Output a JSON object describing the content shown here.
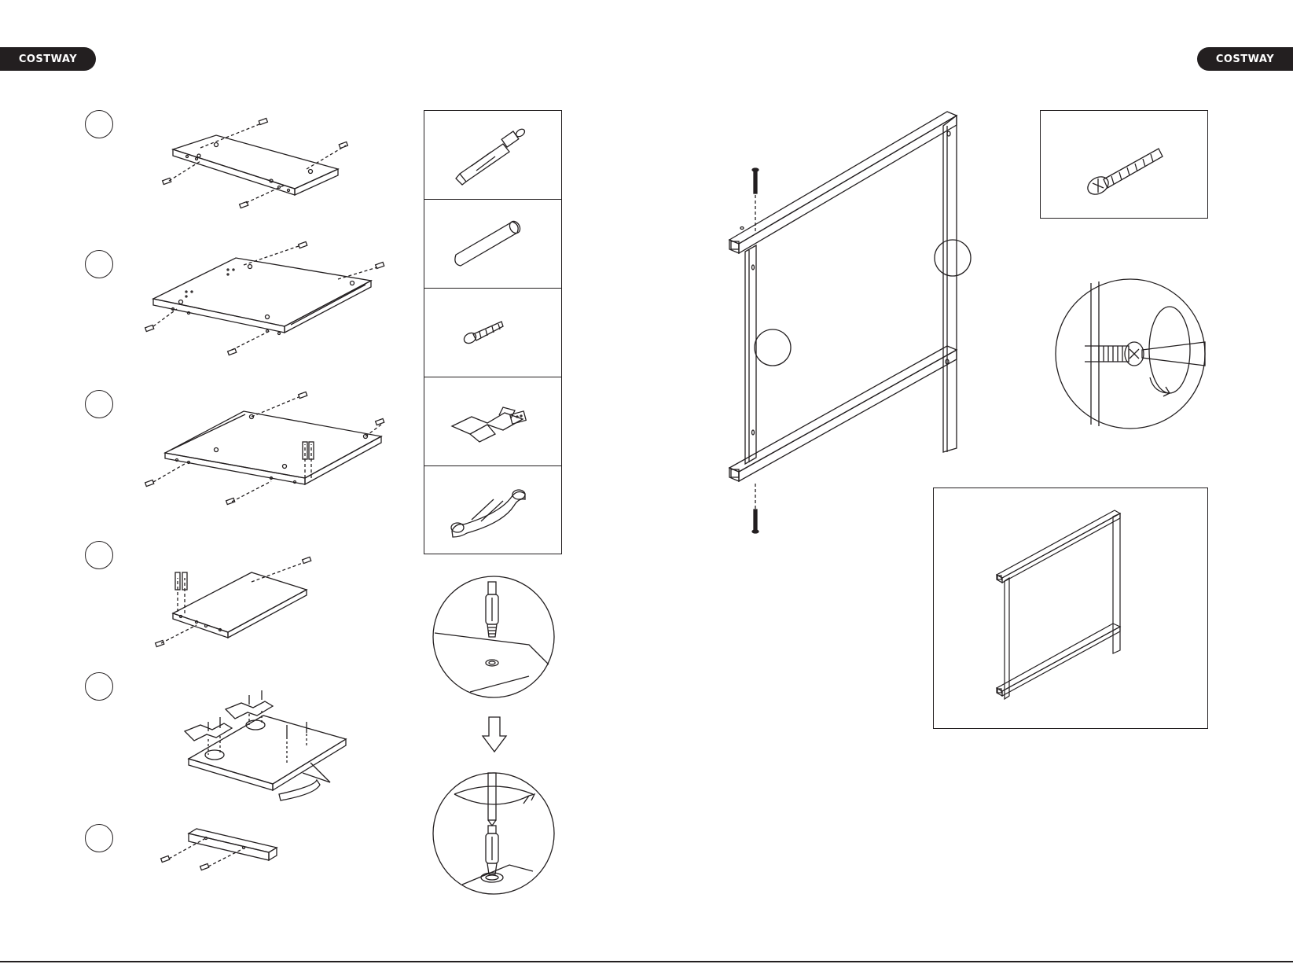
{
  "brand": {
    "left_label": "COSTWAY",
    "right_label": "COSTWAY"
  },
  "colors": {
    "ink": "#231f20",
    "paper": "#ffffff"
  },
  "footer": {
    "note": ""
  },
  "steps": [
    {
      "id": "step-1"
    },
    {
      "id": "step-2"
    },
    {
      "id": "step-3"
    },
    {
      "id": "step-4"
    },
    {
      "id": "step-5"
    },
    {
      "id": "step-6"
    }
  ],
  "hardware": [
    {
      "icon": "cam-bolt-icon"
    },
    {
      "icon": "wooden-dowel-icon"
    },
    {
      "icon": "wood-screw-icon"
    },
    {
      "icon": "hinge-icon"
    },
    {
      "icon": "handle-icon"
    }
  ],
  "right_page": {
    "hardware_icon": "frame-bolt-icon",
    "detail_icon": "screwdriver-rotate-icon",
    "result_icon": "assembled-frame-icon"
  }
}
